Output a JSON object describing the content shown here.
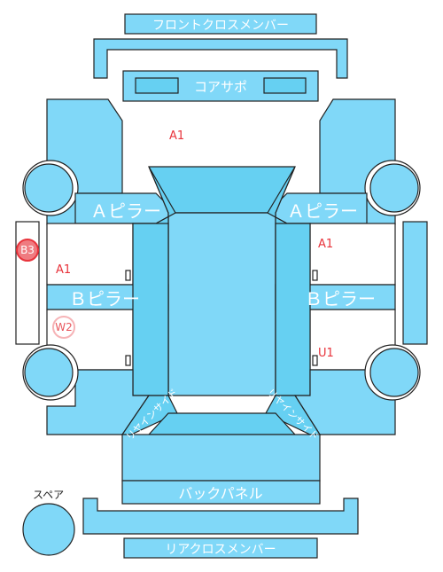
{
  "colors": {
    "part_fill": "#80d8f8",
    "part_fill_dark": "#66d0f2",
    "part_stroke": "#222222",
    "label_text": "#ffffff",
    "mark_red": "#e8333b"
  },
  "parts": {
    "front_cross_member": "フロントクロスメンバー",
    "core_support": "コアサポ",
    "a_pillar_left": "Ａピラー",
    "a_pillar_right": "Ａピラー",
    "b_pillar_left": "Ｂピラー",
    "b_pillar_right": "Ｂピラー",
    "rear_inside_left": "リヤインサイド",
    "rear_inside_right": "リヤインサイド",
    "back_panel": "バックパネル",
    "rear_cross_member": "リアクロスメンバー",
    "spare": "スペア"
  },
  "damage_marks": {
    "front_a1": "A1",
    "right_front_door_a1": "A1",
    "left_front_door_a1": "A1",
    "right_rear_u1": "U1",
    "left_rocker_b3": "B3",
    "left_rear_w2": "W2"
  }
}
